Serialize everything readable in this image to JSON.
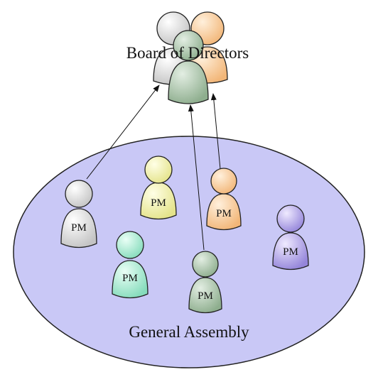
{
  "diagram": {
    "board_label": "Board of Directors",
    "assembly_label": "General Assembly",
    "member_label": "PM"
  },
  "colors": {
    "assembly_fill": "#c9c8f6",
    "assembly_stroke": "#222222",
    "arrow": "#111111",
    "member_gray": "#d6d6d6",
    "member_yellow": "#f3f2a6",
    "member_orange": "#f8c99a",
    "member_green": "#a9c4a9",
    "member_teal": "#a6e8cf",
    "member_purple": "#b1a4e8"
  }
}
